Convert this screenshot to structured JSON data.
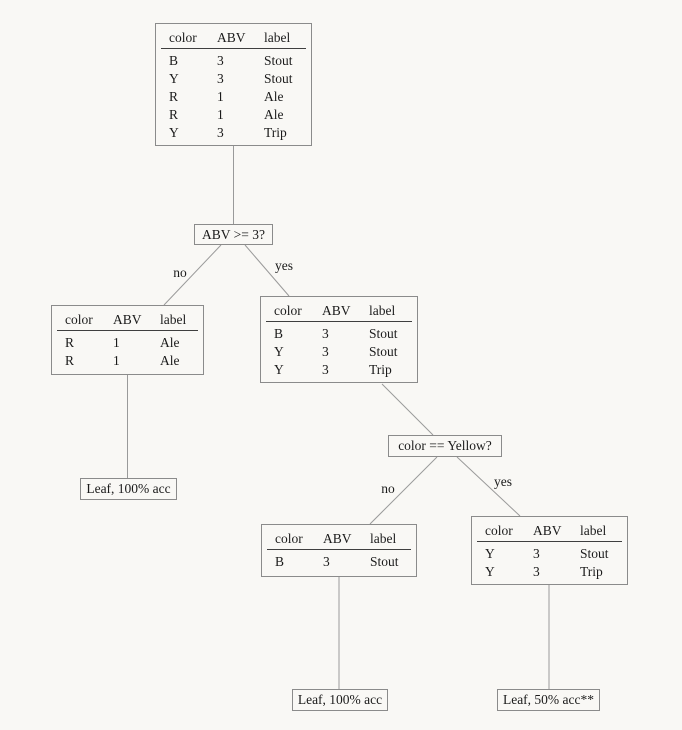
{
  "colors": {
    "bg": "#f9f8f5",
    "box-border": "#8b8b8b",
    "line": "#9a9a9a",
    "rule": "#3f3f3f",
    "text": "#1b1b1b"
  },
  "diagram": {
    "type": "decision-tree",
    "columns": [
      "color",
      "ABV",
      "label"
    ],
    "splits": [
      {
        "question": "ABV >= 3?",
        "no": "no",
        "yes": "yes"
      },
      {
        "question": "color == Yellow?",
        "no": "no",
        "yes": "yes"
      }
    ],
    "tables": {
      "root": [
        [
          "B",
          "3",
          "Stout"
        ],
        [
          "Y",
          "3",
          "Stout"
        ],
        [
          "R",
          "1",
          "Ale"
        ],
        [
          "R",
          "1",
          "Ale"
        ],
        [
          "Y",
          "3",
          "Trip"
        ]
      ],
      "abv_no": [
        [
          "R",
          "1",
          "Ale"
        ],
        [
          "R",
          "1",
          "Ale"
        ]
      ],
      "abv_yes": [
        [
          "B",
          "3",
          "Stout"
        ],
        [
          "Y",
          "3",
          "Stout"
        ],
        [
          "Y",
          "3",
          "Trip"
        ]
      ],
      "yellow_no": [
        [
          "B",
          "3",
          "Stout"
        ]
      ],
      "yellow_yes": [
        [
          "Y",
          "3",
          "Stout"
        ],
        [
          "Y",
          "3",
          "Trip"
        ]
      ]
    },
    "leaves": {
      "abv_no_leaf": "Leaf, 100% acc",
      "yellow_no_leaf": "Leaf, 100% acc",
      "yellow_yes_leaf": "Leaf, 50% acc**"
    }
  }
}
